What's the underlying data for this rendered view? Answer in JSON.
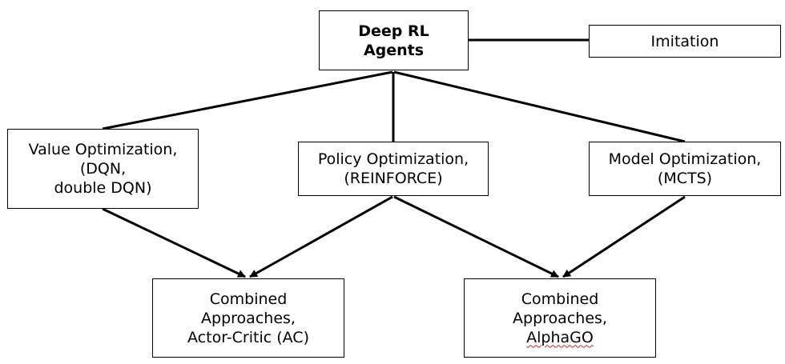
{
  "nodes": {
    "deep_rl": {
      "lines": [
        "Deep RL",
        "Agents"
      ]
    },
    "imitation": {
      "lines": [
        "Imitation"
      ]
    },
    "value": {
      "lines": [
        "Value Optimization,",
        "(DQN,",
        "double DQN)"
      ]
    },
    "policy": {
      "lines": [
        "Policy Optimization,",
        "(REINFORCE)"
      ]
    },
    "model": {
      "lines": [
        "Model Optimization,",
        "(MCTS)"
      ]
    },
    "combined_ac": {
      "lines": [
        "Combined",
        "Approaches,",
        "Actor-Critic (AC)"
      ]
    },
    "combined_alphago": {
      "lines": [
        "Combined",
        "Approaches,",
        "AlphaGO"
      ]
    }
  },
  "colors": {
    "line": "#000000",
    "box_border": "#000000",
    "spellcheck_underline": "#d22222"
  }
}
